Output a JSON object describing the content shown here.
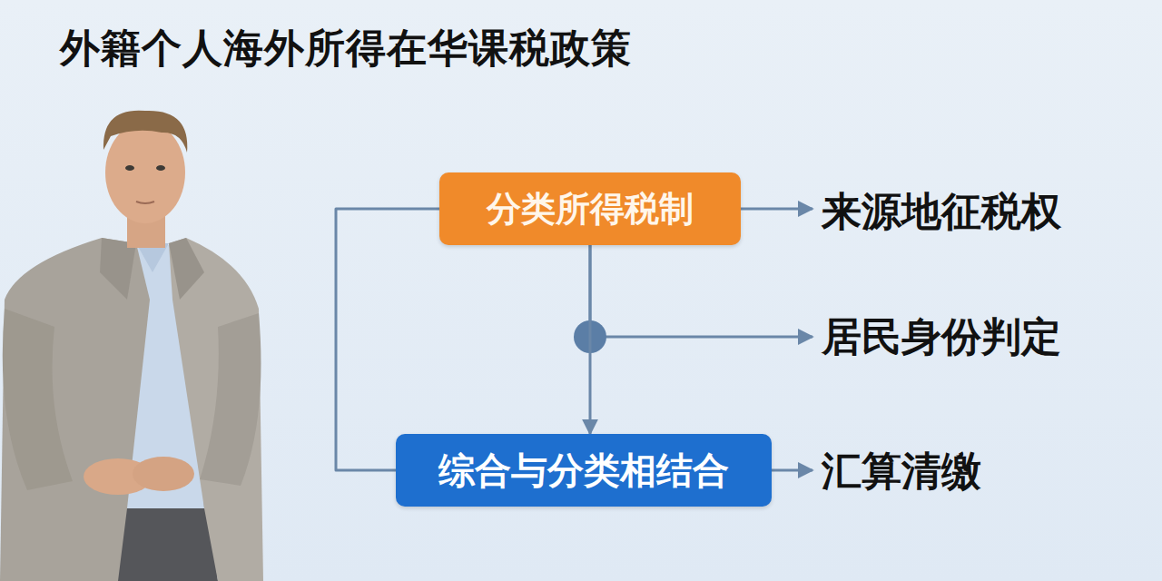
{
  "diagram": {
    "title": "外籍个人海外所得在华课税政策",
    "nodes": [
      {
        "text": [
          "分类所得税制"
        ]
      },
      {
        "text": [
          "来源地征税权"
        ]
      },
      {
        "text": [
          "居民身份判定"
        ]
      },
      {
        "text": [
          "综合与分类相结合"
        ]
      },
      {
        "text": [
          "汇算清缴"
        ]
      }
    ],
    "edges": [
      {
        "from": 0,
        "to": 1,
        "arrow": "to"
      },
      {
        "from": 0,
        "to": 2,
        "arrow": "to"
      },
      {
        "from": 0,
        "to": 3,
        "arrow": "to"
      },
      {
        "from": 0,
        "to": 3,
        "arrow": "none"
      },
      {
        "from": 3,
        "to": 4,
        "arrow": "to"
      }
    ]
  }
}
